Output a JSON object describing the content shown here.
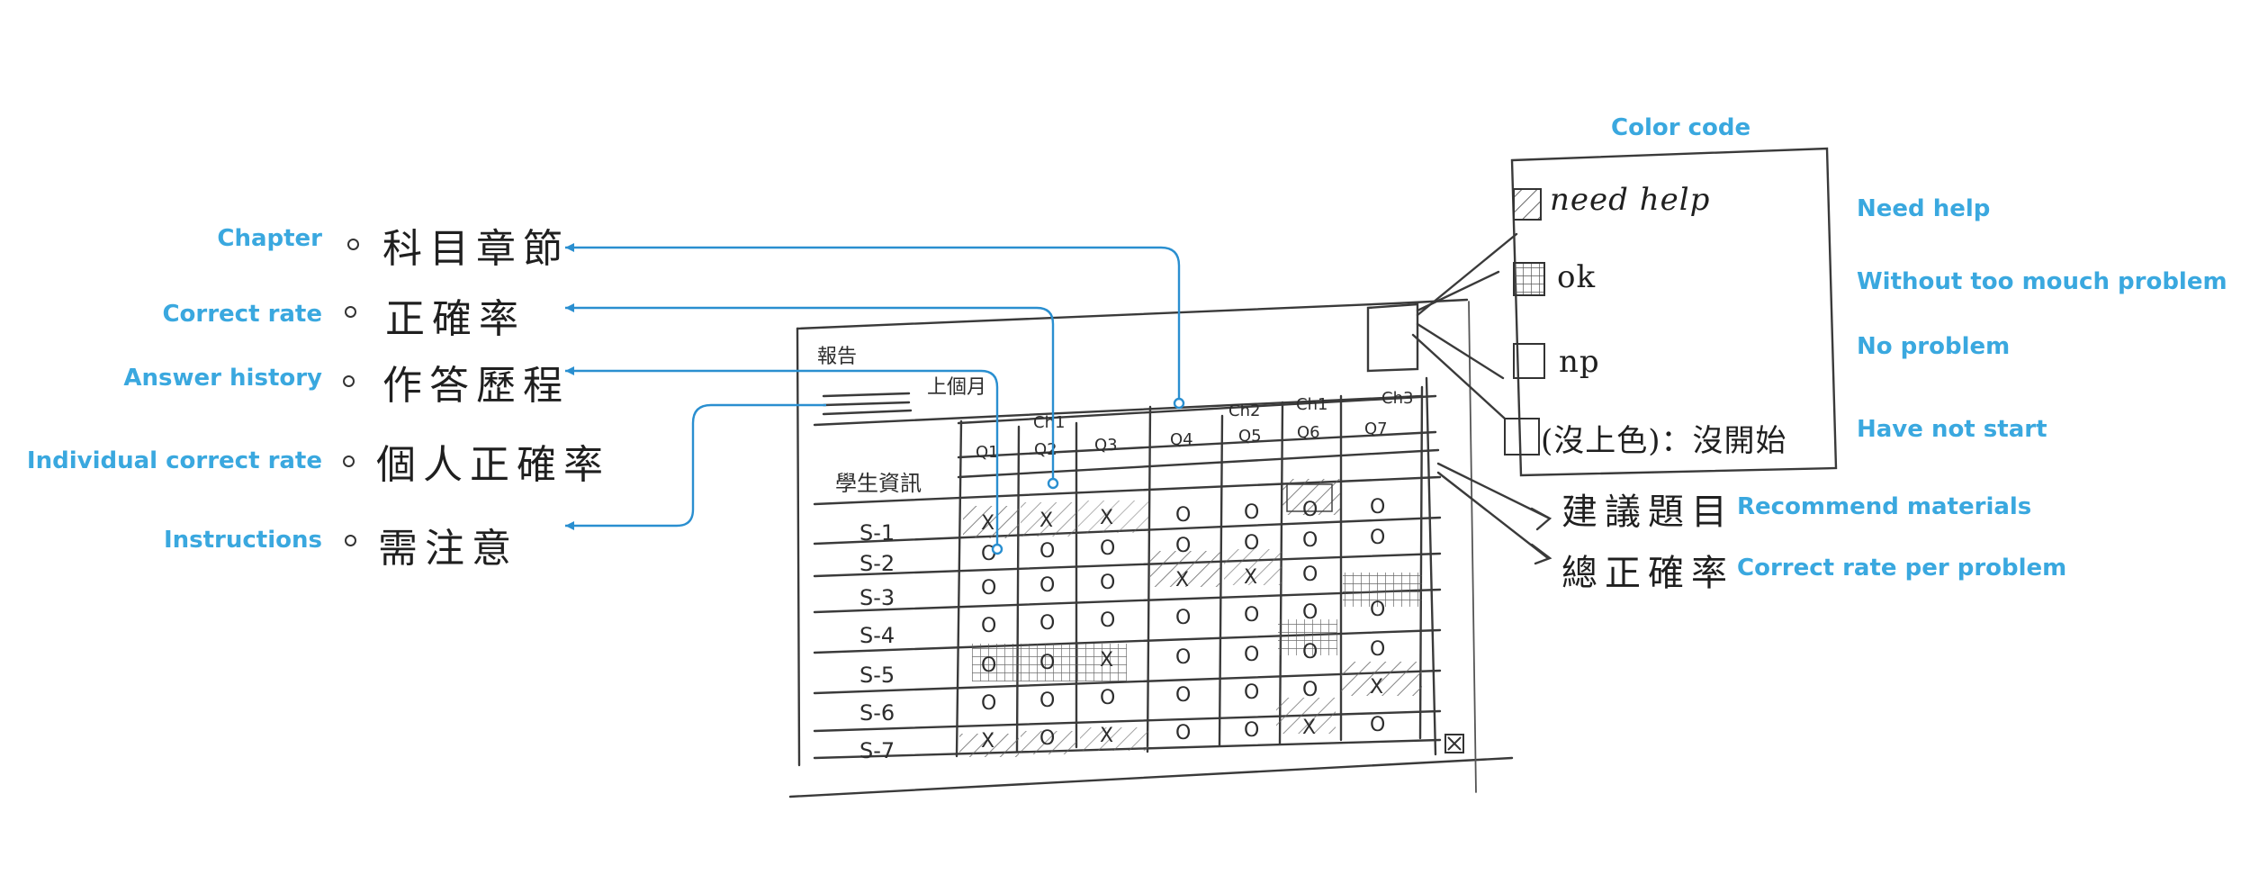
{
  "legend_left": [
    {
      "en": "Chapter",
      "zh": "科目章節"
    },
    {
      "en": "Correct rate",
      "zh": "正確率"
    },
    {
      "en": "Answer history",
      "zh": "作答歷程"
    },
    {
      "en": "Individual correct rate",
      "zh": "個人正確率"
    },
    {
      "en": "Instructions",
      "zh": "需注意"
    }
  ],
  "color_code": {
    "title": "Color code",
    "items": [
      {
        "sketch": "need help",
        "label": "Need help"
      },
      {
        "sketch": "ok",
        "label": "Without too mouch problem"
      },
      {
        "sketch": "np",
        "label": "No problem"
      },
      {
        "sketch": "(沒上色)：沒開始",
        "label": "Have not start"
      }
    ]
  },
  "footnotes": [
    {
      "zh": "建議題目",
      "en": "Recommend  materials"
    },
    {
      "zh": "總正確率",
      "en": "Correct rate per problem"
    }
  ],
  "table": {
    "report": "報告",
    "period": "上個月",
    "row_header": "學生資訊",
    "chapters": [
      "Ch1",
      "Ch2",
      "Ch1",
      "Ch3"
    ],
    "questions": [
      "Q1",
      "Q2",
      "Q3",
      "Q4",
      "Q5",
      "Q6",
      "Q7"
    ],
    "students": [
      "S-1",
      "S-2",
      "S-3",
      "S-4",
      "S-5",
      "S-6",
      "S-7"
    ],
    "marks": [
      [
        "X",
        "X",
        "X",
        "O",
        "O",
        "O",
        "O"
      ],
      [
        "O",
        "O",
        "O",
        "O",
        "O",
        "O",
        "O"
      ],
      [
        "O",
        "O",
        "O",
        "X",
        "X",
        "O",
        ""
      ],
      [
        "O",
        "O",
        "O",
        "O",
        "O",
        "O",
        "O"
      ],
      [
        "O",
        "O",
        "X",
        "O",
        "O",
        "O",
        "O"
      ],
      [
        "O",
        "O",
        "O",
        "O",
        "O",
        "O",
        "X"
      ],
      [
        "X",
        "O",
        "X",
        "O",
        "O",
        "X",
        "O"
      ]
    ],
    "corner_icon": "close-icon"
  }
}
